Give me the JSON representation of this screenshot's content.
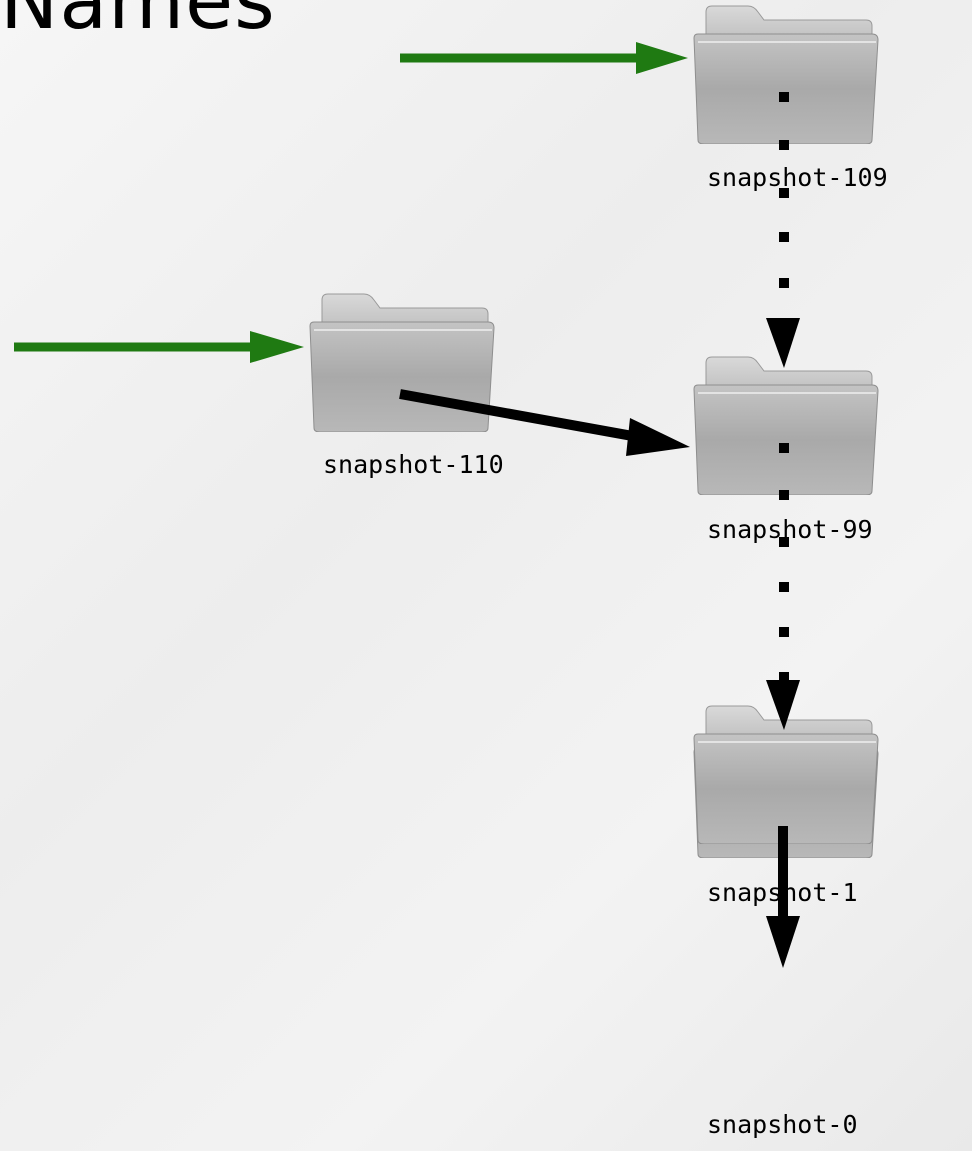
{
  "heading": {
    "text": "Names"
  },
  "colors": {
    "new_link_arrow": "#1f7a12",
    "parent_arrow": "#000000",
    "folder_front": "#a9a9a9",
    "folder_back": "#cfcfcf"
  },
  "folders": [
    {
      "id": "snapshot-109",
      "label": "snapshot-109"
    },
    {
      "id": "snapshot-110",
      "label": "snapshot-110"
    },
    {
      "id": "snapshot-99",
      "label": "snapshot-99"
    },
    {
      "id": "snapshot-1",
      "label": "snapshot-1"
    },
    {
      "id": "snapshot-0",
      "label": "snapshot-0"
    }
  ],
  "links": [
    {
      "from": "external",
      "to": "snapshot-109",
      "style": "solid-green"
    },
    {
      "from": "external",
      "to": "snapshot-110",
      "style": "solid-green"
    },
    {
      "from": "snapshot-110",
      "to": "snapshot-99",
      "style": "solid-black"
    },
    {
      "from": "snapshot-109",
      "to": "snapshot-99",
      "style": "dotted-black"
    },
    {
      "from": "snapshot-99",
      "to": "snapshot-1",
      "style": "dotted-black"
    },
    {
      "from": "snapshot-1",
      "to": "snapshot-0",
      "style": "solid-black"
    }
  ]
}
